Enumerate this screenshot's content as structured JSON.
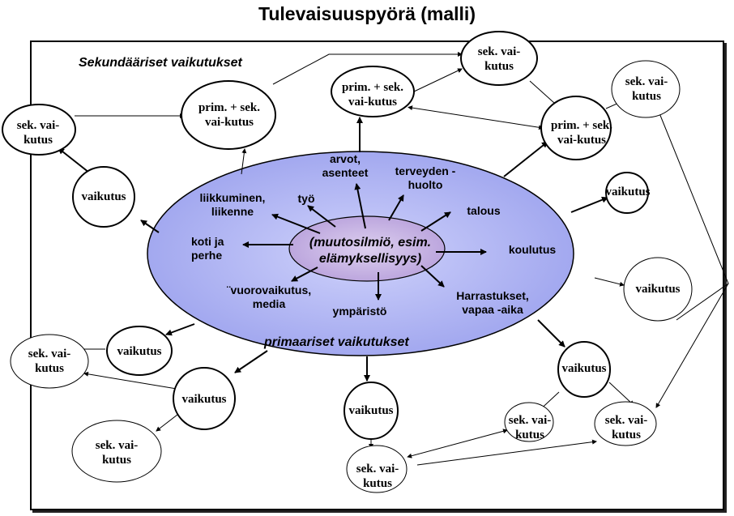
{
  "title": "Tulevaisuuspyörä (malli)",
  "labels": {
    "secondary_effects": "Sekundääriset vaikutukset",
    "primary_effects": "primaariset vaikutukset",
    "center": "(muutosilmiö, esim.\nelämyksellisyys)"
  },
  "categories": {
    "arvot": "arvot,\nasenteet",
    "terveyden": "terveyden -\nhuolto",
    "tyo": "työ",
    "liikkuminen": "liikkuminen,\nliikenne",
    "talous": "talous",
    "koti": "koti ja\nperhe",
    "koulutus": "koulutus",
    "vuorovaikutus": "¨vuorovaikutus,\nmedia",
    "ymparisto": "ympäristö",
    "harrastukset": "Harrastukset,\nvapaa -aika"
  },
  "nodes": {
    "sek_top": "sek. vai-\nkutus",
    "prim_sek_mid": "prim. + sek.\nvai-kutus",
    "prim_sek_left": "prim. + sek.\nvai-kutus",
    "prim_sek_right": "prim. + sek.\nvai-kutus",
    "sek_far_right": "sek. vai-\nkutus",
    "sek_left": "sek. vai-\nkutus",
    "vaikutus_left": "vaikutus",
    "vaikutus_right_small": "vaikutus",
    "vaikutus_right": "vaikutus",
    "vaikutus_lower_left": "vaikutus",
    "sek_lower_left": "sek. vai-\nkutus",
    "vaikutus_bottom_left": "vaikutus",
    "sek_bottom_left": "sek. vai-\nkutus",
    "vaikutus_bottom_center": "vaikutus",
    "sek_bottom_center": "sek. vai-\nkutus",
    "vaikutus_bottom_right": "vaikutus",
    "sek_bottom_right_small": "sek. vai-\nkutus",
    "sek_bottom_right": "sek. vai-\nkutus"
  },
  "colors": {
    "ellipse_fill": "#a9aef0",
    "inner_fill": "#c7b4e4",
    "stroke": "#000000"
  }
}
